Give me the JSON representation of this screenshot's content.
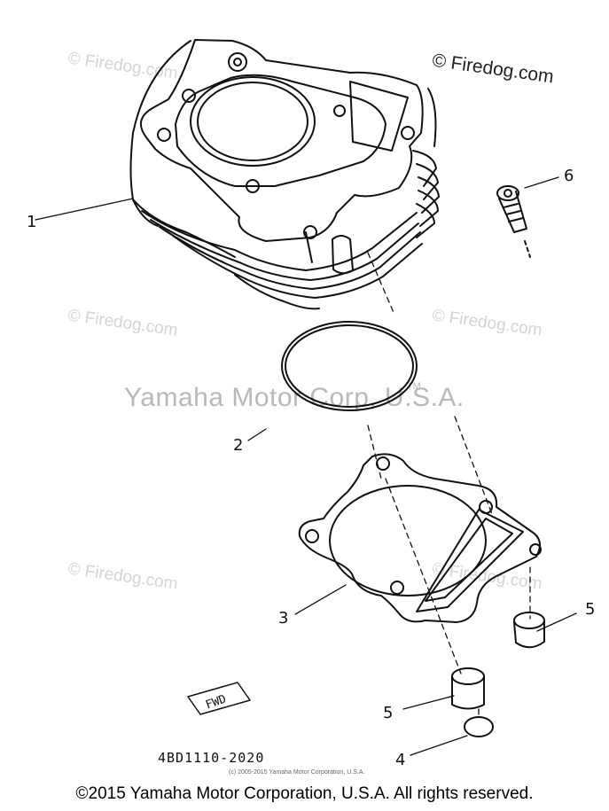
{
  "watermarks": {
    "firedog_faint": "© Firedog.com",
    "firedog_dark": "© Firedog.com",
    "corporate": "Yamaha Motor Corp, U.S.A.",
    "trademark": "TM"
  },
  "callouts": [
    "1",
    "2",
    "3",
    "4",
    "5",
    "5",
    "6"
  ],
  "fwd_stamp": "FWD",
  "part_number": "4BD1110-2020",
  "small_copyright": "(c) 2005-2015 Yamaha Motor Corporation, U.S.A.",
  "footer": "©2015 Yamaha Motor Corporation, U.S.A. All rights reserved."
}
